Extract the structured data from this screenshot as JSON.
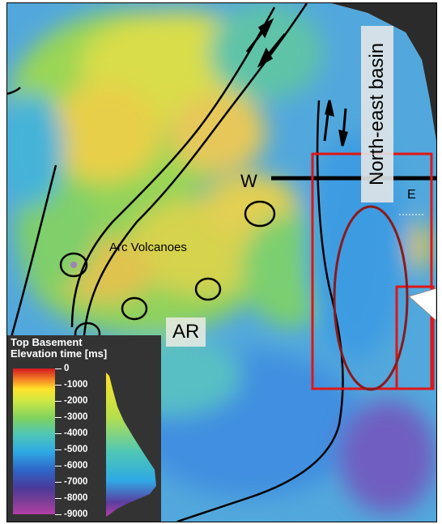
{
  "labels": {
    "w": "W",
    "e": "E",
    "arc_volcanoes": "Arc Volcanoes",
    "ar": "AR",
    "basin": "North-east basin"
  },
  "legend": {
    "title": "Top Basement\nElevation time [ms]",
    "ticks": [
      "0",
      "-1000",
      "-2000",
      "-3000",
      "-4000",
      "-5000",
      "-6000",
      "-7000",
      "-8000",
      "-9000"
    ]
  },
  "colors": {
    "scale": [
      "#d0191d",
      "#f37a24",
      "#ffe22a",
      "#cfe843",
      "#7fd25e",
      "#4fc7b6",
      "#2fa9e4",
      "#2f64c8",
      "#4b3a9a",
      "#b43ea6"
    ],
    "highlight_box": "#e01616",
    "ellipse": "#8b1a1a",
    "fault_lines": "#000000"
  }
}
